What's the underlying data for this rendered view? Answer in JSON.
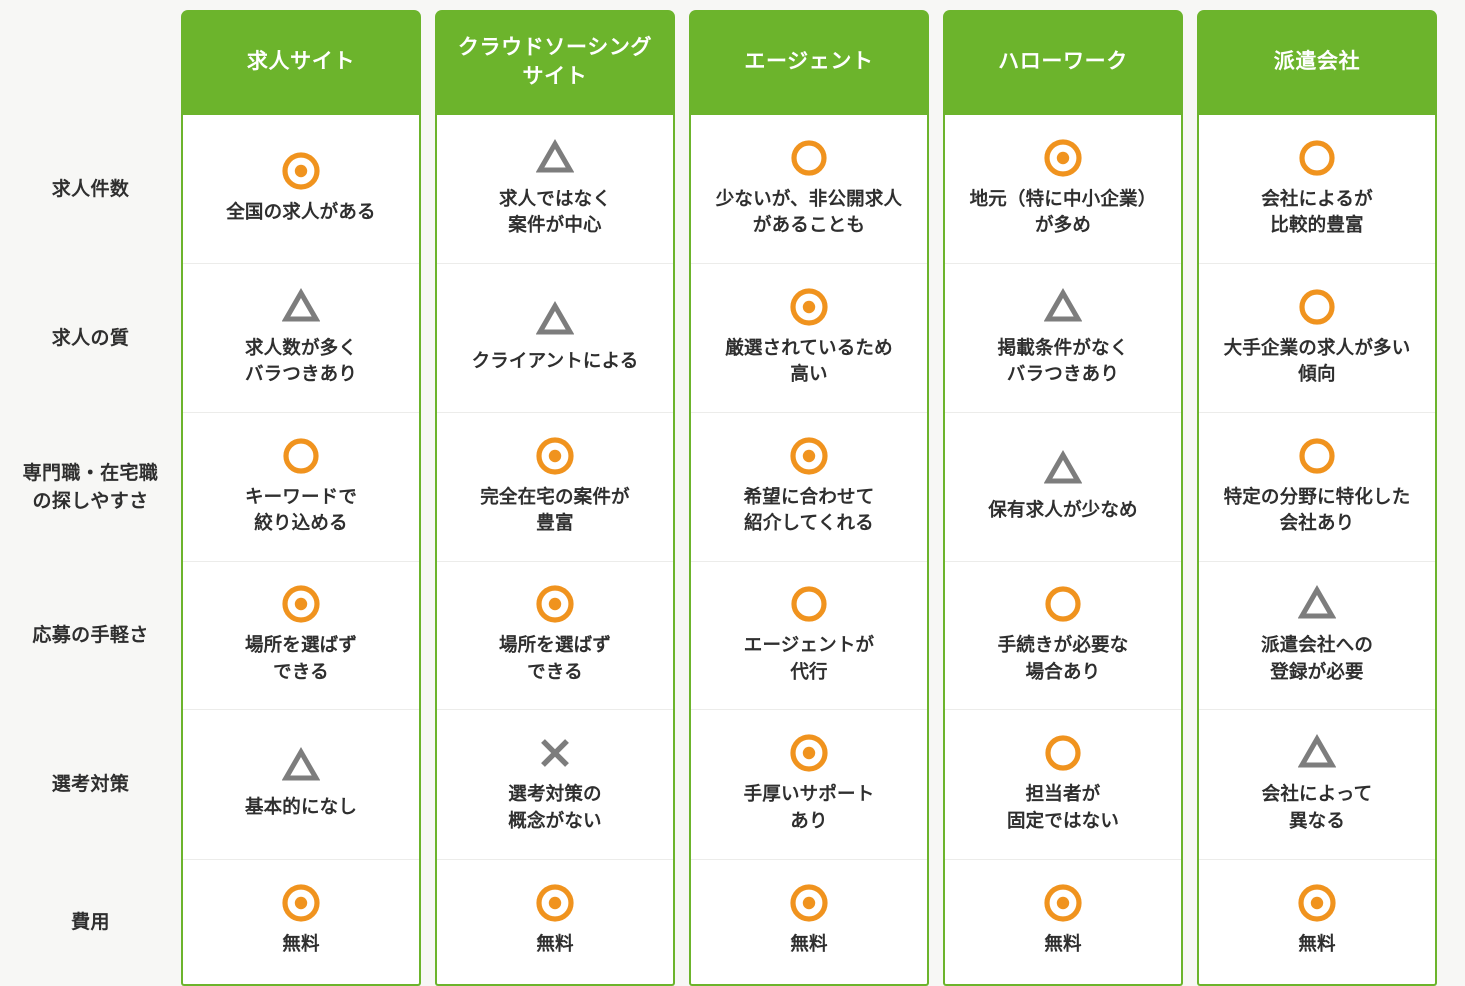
{
  "theme": {
    "header_green": "#6cb42c",
    "border_green": "#6cb42c",
    "icon_orange": "#f0931e",
    "icon_gray": "#7d7d7d",
    "page_background": "#f7f7f5",
    "cell_background": "#ffffff",
    "text_color": "#2f2f2f"
  },
  "table": {
    "row_header_labels": [
      "求人件数",
      "求人の質",
      "専門職・在宅職\nの探しやすさ",
      "応募の手軽さ",
      "選考対策",
      "費用"
    ],
    "columns": [
      {
        "header": "求人サイト",
        "cells": [
          {
            "icon": "double-circle-icon",
            "rating": "◎",
            "text": "全国の求人がある"
          },
          {
            "icon": "triangle-icon",
            "rating": "△",
            "text": "求人数が多く\nバラつきあり"
          },
          {
            "icon": "circle-icon",
            "rating": "○",
            "text": "キーワードで\n絞り込める"
          },
          {
            "icon": "double-circle-icon",
            "rating": "◎",
            "text": "場所を選ばず\nできる"
          },
          {
            "icon": "triangle-icon",
            "rating": "△",
            "text": "基本的になし"
          },
          {
            "icon": "double-circle-icon",
            "rating": "◎",
            "text": "無料"
          }
        ]
      },
      {
        "header": "クラウドソーシング\nサイト",
        "cells": [
          {
            "icon": "triangle-icon",
            "rating": "△",
            "text": "求人ではなく\n案件が中心"
          },
          {
            "icon": "triangle-icon",
            "rating": "△",
            "text": "クライアントによる"
          },
          {
            "icon": "double-circle-icon",
            "rating": "◎",
            "text": "完全在宅の案件が\n豊富"
          },
          {
            "icon": "double-circle-icon",
            "rating": "◎",
            "text": "場所を選ばず\nできる"
          },
          {
            "icon": "cross-icon",
            "rating": "×",
            "text": "選考対策の\n概念がない"
          },
          {
            "icon": "double-circle-icon",
            "rating": "◎",
            "text": "無料"
          }
        ]
      },
      {
        "header": "エージェント",
        "cells": [
          {
            "icon": "circle-icon",
            "rating": "○",
            "text": "少ないが、非公開求人\nがあることも"
          },
          {
            "icon": "double-circle-icon",
            "rating": "◎",
            "text": "厳選されているため\n高い"
          },
          {
            "icon": "double-circle-icon",
            "rating": "◎",
            "text": "希望に合わせて\n紹介してくれる"
          },
          {
            "icon": "circle-icon",
            "rating": "○",
            "text": "エージェントが\n代行"
          },
          {
            "icon": "double-circle-icon",
            "rating": "◎",
            "text": "手厚いサポート\nあり"
          },
          {
            "icon": "double-circle-icon",
            "rating": "◎",
            "text": "無料"
          }
        ]
      },
      {
        "header": "ハローワーク",
        "cells": [
          {
            "icon": "double-circle-icon",
            "rating": "◎",
            "text": "地元（特に中小企業）\nが多め"
          },
          {
            "icon": "triangle-icon",
            "rating": "△",
            "text": "掲載条件がなく\nバラつきあり"
          },
          {
            "icon": "triangle-icon",
            "rating": "△",
            "text": "保有求人が少なめ"
          },
          {
            "icon": "circle-icon",
            "rating": "○",
            "text": "手続きが必要な\n場合あり"
          },
          {
            "icon": "circle-icon",
            "rating": "○",
            "text": "担当者が\n固定ではない"
          },
          {
            "icon": "double-circle-icon",
            "rating": "◎",
            "text": "無料"
          }
        ]
      },
      {
        "header": "派遣会社",
        "cells": [
          {
            "icon": "circle-icon",
            "rating": "○",
            "text": "会社によるが\n比較的豊富"
          },
          {
            "icon": "circle-icon",
            "rating": "○",
            "text": "大手企業の求人が多い\n傾向"
          },
          {
            "icon": "circle-icon",
            "rating": "○",
            "text": "特定の分野に特化した\n会社あり"
          },
          {
            "icon": "triangle-icon",
            "rating": "△",
            "text": "派遣会社への\n登録が必要"
          },
          {
            "icon": "triangle-icon",
            "rating": "△",
            "text": "会社によって\n異なる"
          },
          {
            "icon": "double-circle-icon",
            "rating": "◎",
            "text": "無料"
          }
        ]
      }
    ]
  }
}
